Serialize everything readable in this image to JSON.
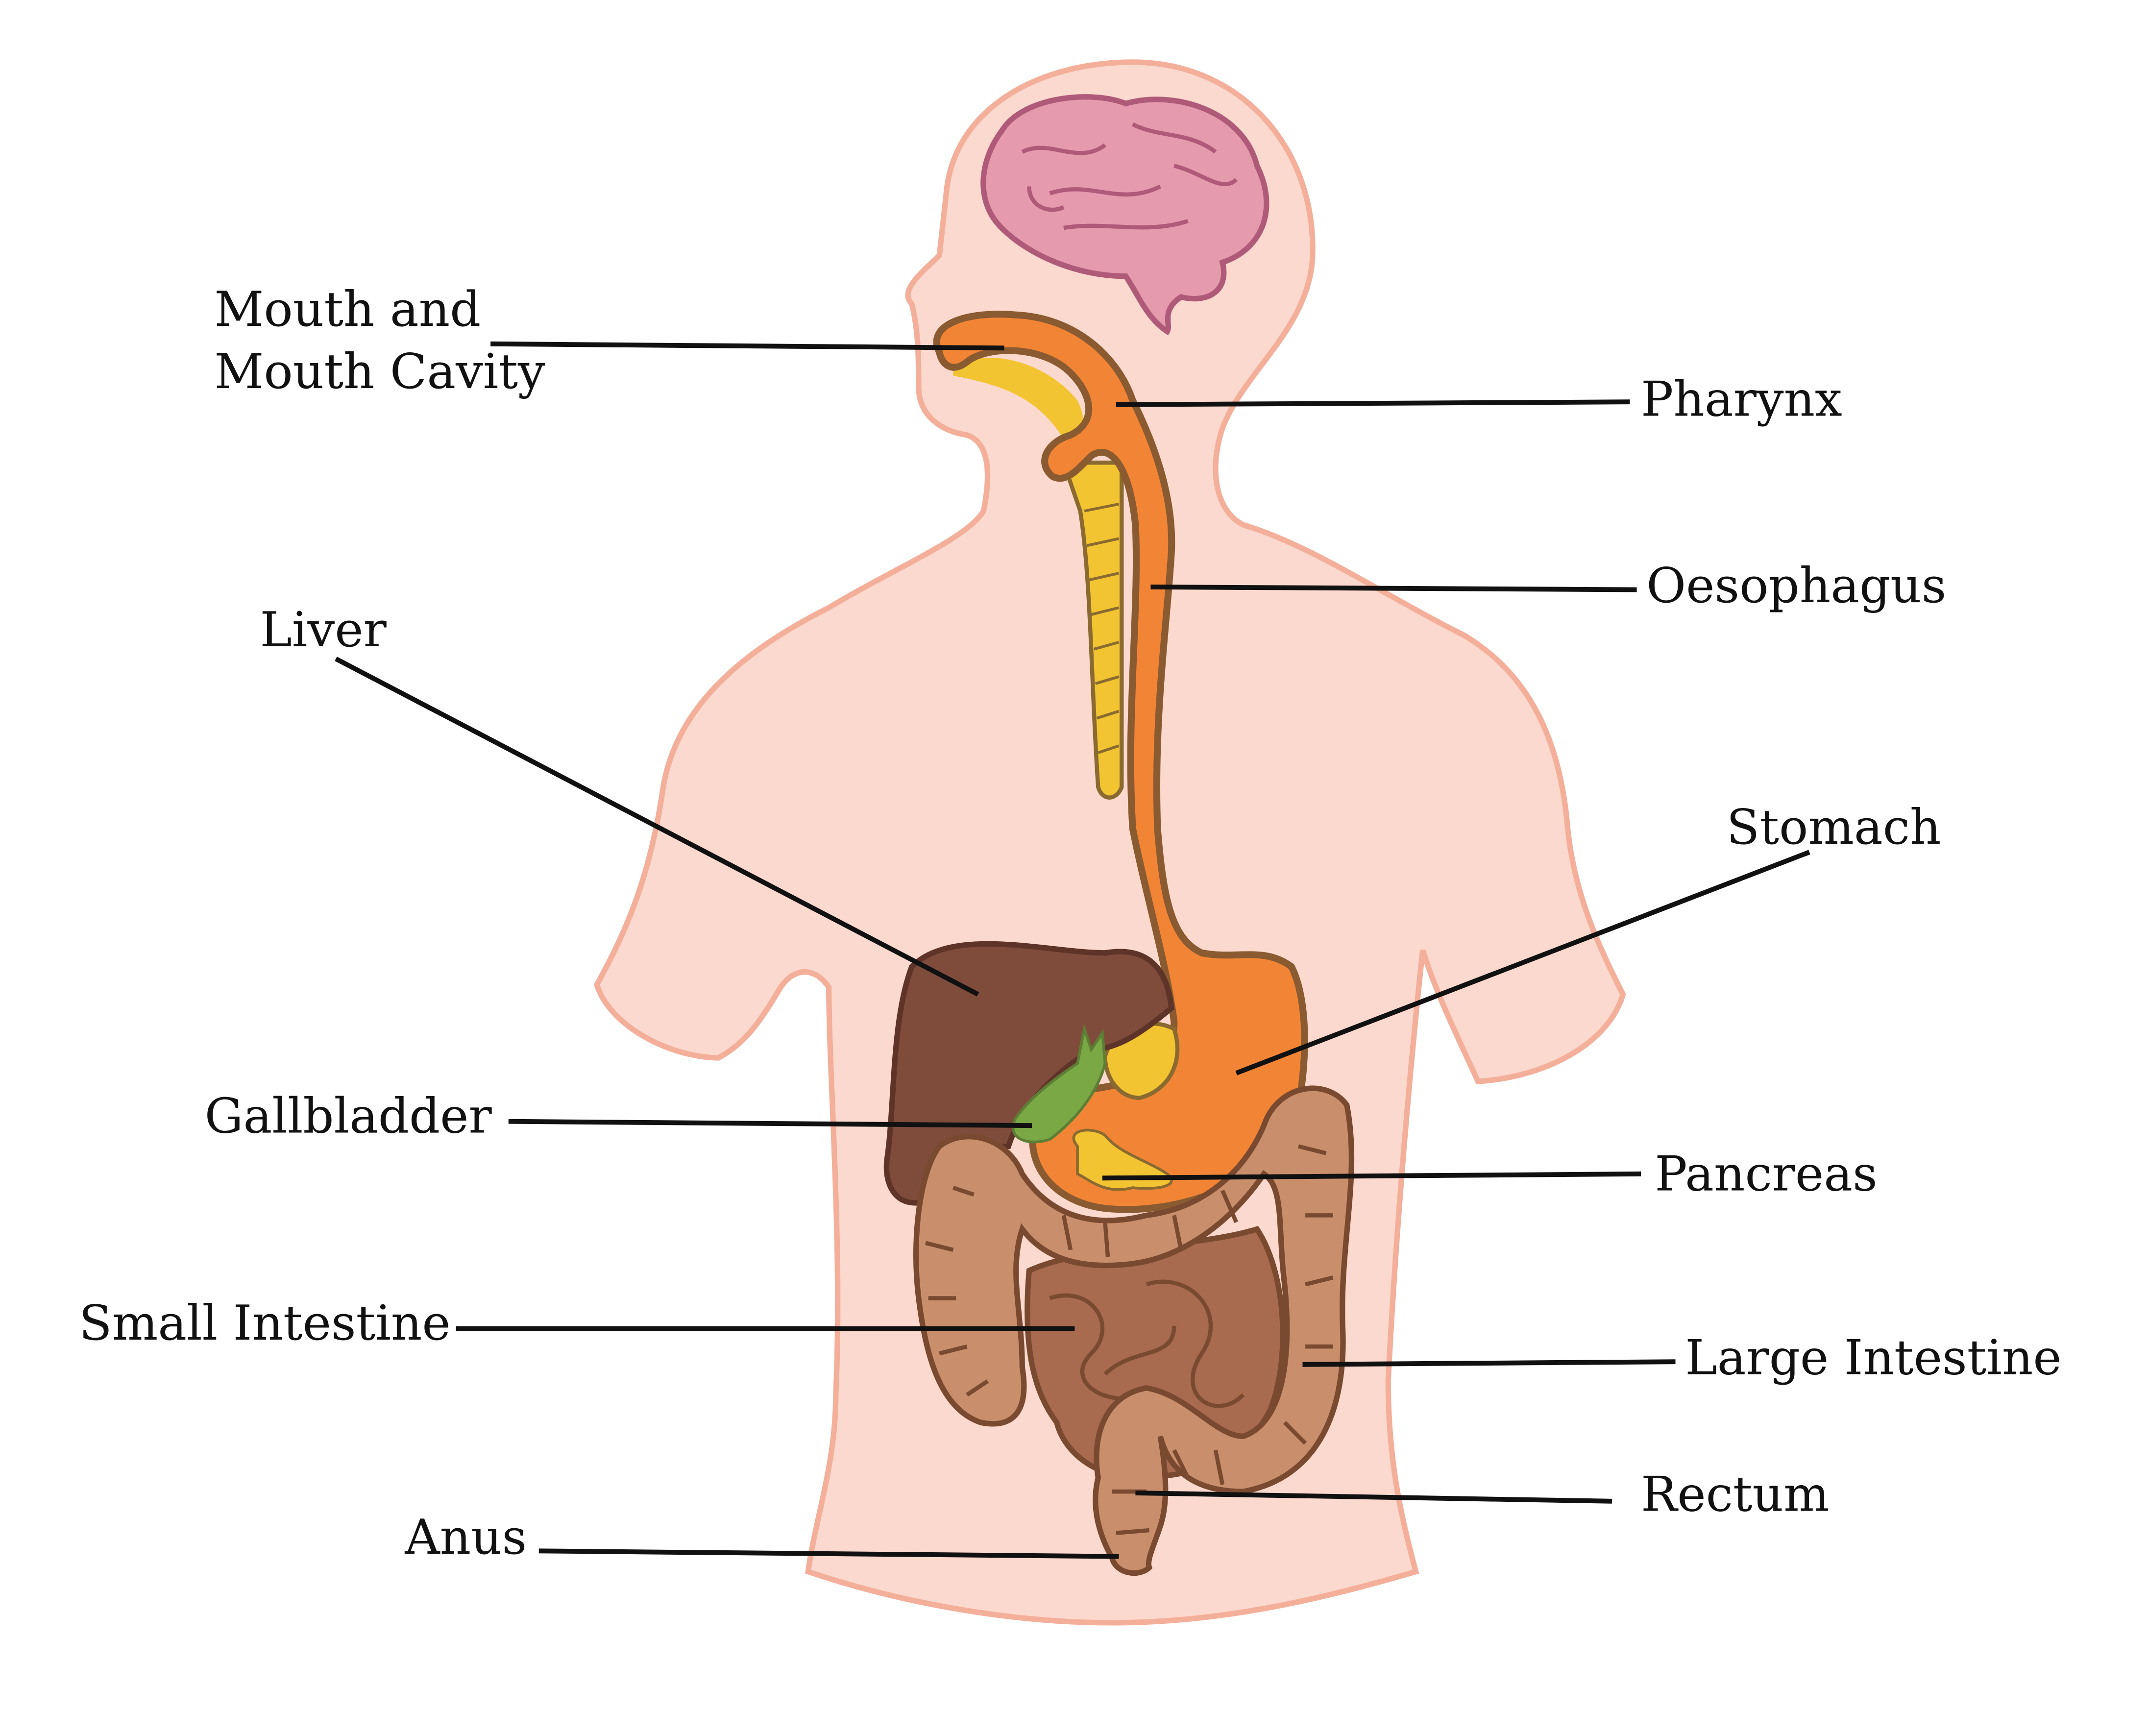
{
  "diagram": {
    "title_hidden": null,
    "labels": {
      "mouth_line1": "Mouth and",
      "mouth_line2": "Mouth Cavity",
      "pharynx": "Pharynx",
      "oesophagus": "Oesophagus",
      "liver": "Liver",
      "stomach": "Stomach",
      "gallbladder": "Gallbladder",
      "pancreas": "Pancreas",
      "small_intestine": "Small Intestine",
      "large_intestine": "Large Intestine",
      "rectum": "Rectum",
      "anus": "Anus"
    },
    "colors": {
      "body_fill": "#fcd9ce",
      "body_stroke": "#f4af9a",
      "brain": "#e59aae",
      "oesophagus": "#f28535",
      "trachea": "#f3c431",
      "liver": "#7f4c3c",
      "gallbladder": "#7aa845",
      "large_intestine": "#c98f6c",
      "small_intestine": "#a86b50"
    }
  }
}
